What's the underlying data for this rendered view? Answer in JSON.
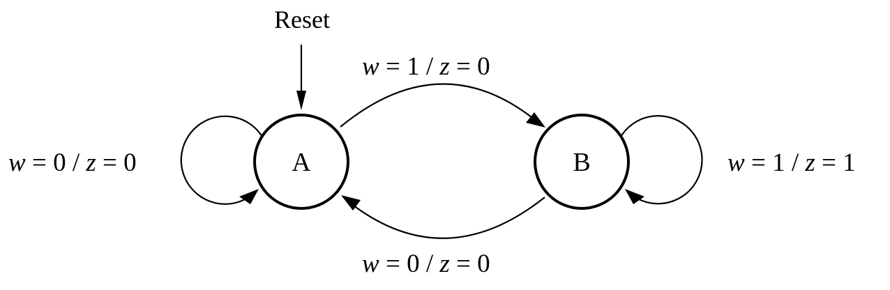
{
  "diagram": {
    "states": [
      {
        "id": "A",
        "label": "A"
      },
      {
        "id": "B",
        "label": "B"
      }
    ],
    "reset": {
      "label": "Reset",
      "target": "A"
    },
    "transitions": [
      {
        "id": "a-self",
        "from": "A",
        "to": "A",
        "input": {
          "var": "w",
          "value": "0"
        },
        "output": {
          "var": "z",
          "value": "0"
        }
      },
      {
        "id": "a-to-b",
        "from": "A",
        "to": "B",
        "input": {
          "var": "w",
          "value": "1"
        },
        "output": {
          "var": "z",
          "value": "0"
        }
      },
      {
        "id": "b-to-a",
        "from": "B",
        "to": "A",
        "input": {
          "var": "w",
          "value": "0"
        },
        "output": {
          "var": "z",
          "value": "0"
        }
      },
      {
        "id": "b-self",
        "from": "B",
        "to": "B",
        "input": {
          "var": "w",
          "value": "1"
        },
        "output": {
          "var": "z",
          "value": "1"
        }
      }
    ]
  }
}
